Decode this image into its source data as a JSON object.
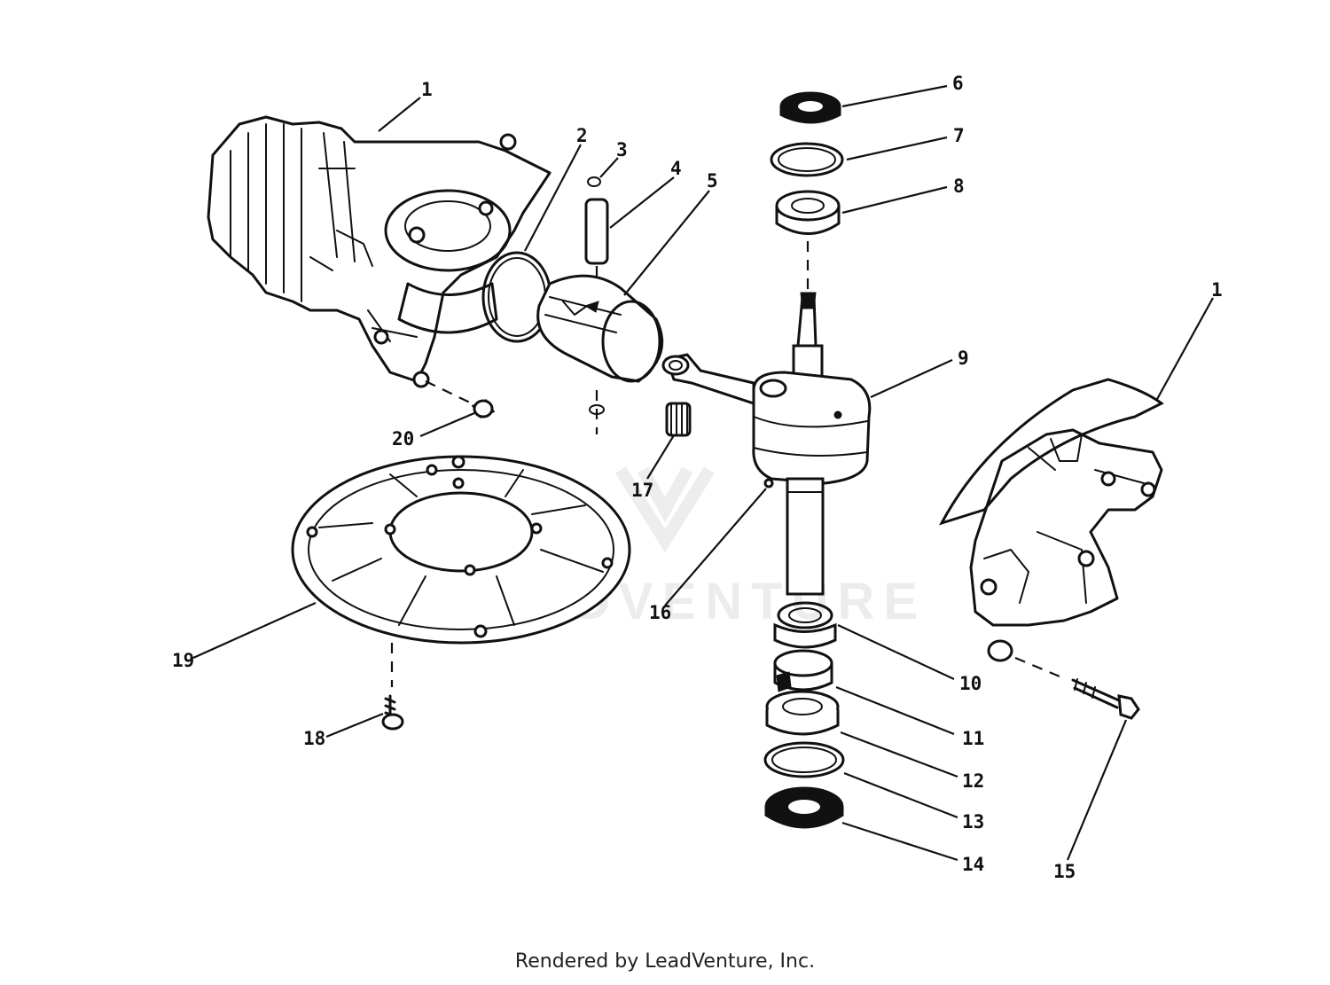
{
  "watermark": {
    "text": "LEADVENTURE"
  },
  "callouts": [
    {
      "id": "c1a",
      "label": "1"
    },
    {
      "id": "c2",
      "label": "2"
    },
    {
      "id": "c3",
      "label": "3"
    },
    {
      "id": "c4",
      "label": "4"
    },
    {
      "id": "c5",
      "label": "5"
    },
    {
      "id": "c6",
      "label": "6"
    },
    {
      "id": "c7",
      "label": "7"
    },
    {
      "id": "c8",
      "label": "8"
    },
    {
      "id": "c9",
      "label": "9"
    },
    {
      "id": "c1b",
      "label": "1"
    },
    {
      "id": "c10",
      "label": "10"
    },
    {
      "id": "c11",
      "label": "11"
    },
    {
      "id": "c12",
      "label": "12"
    },
    {
      "id": "c13",
      "label": "13"
    },
    {
      "id": "c14",
      "label": "14"
    },
    {
      "id": "c15",
      "label": "15"
    },
    {
      "id": "c16",
      "label": "16"
    },
    {
      "id": "c17",
      "label": "17"
    },
    {
      "id": "c18",
      "label": "18"
    },
    {
      "id": "c19",
      "label": "19"
    },
    {
      "id": "c20",
      "label": "20"
    }
  ],
  "footer": {
    "credit": "Rendered by LeadVenture, Inc."
  }
}
